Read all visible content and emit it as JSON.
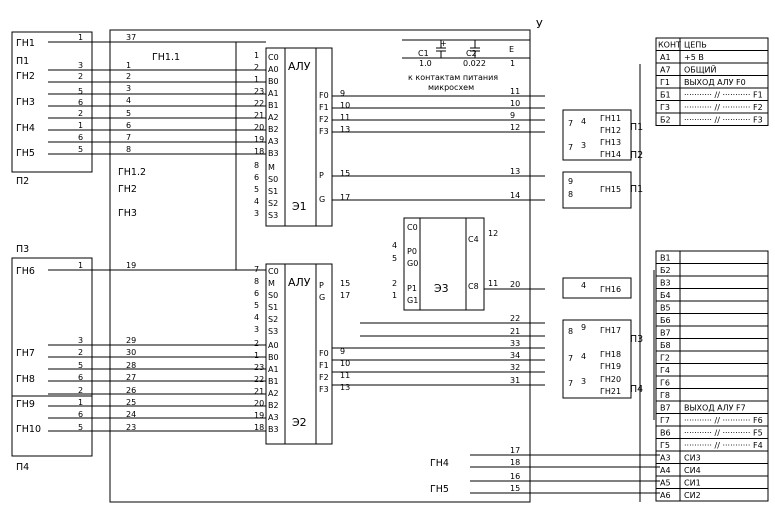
{
  "board": {
    "label": "У"
  },
  "alu1": {
    "title": "АЛУ",
    "code": "Э1",
    "pins_left": [
      "C0",
      "A0",
      "B0",
      "A1",
      "B1",
      "A2",
      "B2",
      "A3",
      "B3",
      "M",
      "S0",
      "S1",
      "S2",
      "S3"
    ],
    "pins_left_nums": [
      "1",
      "2",
      "1",
      "23",
      "22",
      "21",
      "20",
      "19",
      "18",
      "8",
      "6",
      "5",
      "4",
      "3"
    ],
    "pins_right": [
      "F0",
      "F1",
      "F2",
      "F3",
      "P",
      "G"
    ],
    "pins_right_nums": [
      "9",
      "10",
      "11",
      "13",
      "15",
      "17"
    ]
  },
  "alu2": {
    "title": "АЛУ",
    "code": "Э2",
    "pins_left": [
      "C0",
      "M",
      "S0",
      "S1",
      "S2",
      "S3",
      "A0",
      "B0",
      "A1",
      "B1",
      "A2",
      "B2",
      "A3",
      "B3"
    ],
    "pins_left_nums": [
      "7",
      "8",
      "6",
      "5",
      "4",
      "3",
      "2",
      "1",
      "23",
      "22",
      "21",
      "20",
      "19",
      "18"
    ],
    "pins_right": [
      "P",
      "G",
      "F0",
      "F1",
      "F2",
      "F3"
    ],
    "pins_right_nums": [
      "15",
      "17",
      "9",
      "10",
      "11",
      "13"
    ]
  },
  "cpu": {
    "code": "Э3",
    "pins_left": [
      "C0",
      "P0",
      "G0",
      "P1",
      "G1"
    ],
    "pins_left_nums": [
      "4",
      "5",
      "2",
      "1"
    ],
    "pins_right": [
      "C4",
      "C8"
    ],
    "pins_right_nums": [
      "12",
      "11"
    ]
  },
  "generators_left": [
    "ГН1",
    "ГН2",
    "ГН3",
    "ГН4",
    "ГН5",
    "ГН6",
    "ГН7",
    "ГН8",
    "ГН9",
    "ГН10"
  ],
  "gen_inner": [
    "ГН1.1",
    "ГН1.2",
    "ГН2",
    "ГН3"
  ],
  "gen_bottom": [
    "ГН4",
    "ГН5"
  ],
  "gen_right": [
    "ГН11",
    "ГН12",
    "ГН13",
    "ГН14",
    "ГН15",
    "ГН16",
    "ГН17",
    "ГН18",
    "ГН19",
    "ГН20",
    "ГН21"
  ],
  "plugs": [
    "П1",
    "П2",
    "П3",
    "П4"
  ],
  "plugs_right": [
    "П1",
    "П2",
    "П1",
    "П3",
    "П4"
  ],
  "left_nums": {
    "gn1": [
      "1",
      "37"
    ],
    "block1": [
      "3",
      "2",
      "5",
      "6",
      "4",
      "1",
      "2",
      "3",
      "4",
      "5",
      "6",
      "7",
      "8"
    ],
    "block2": [
      "2",
      "1",
      "6",
      "5",
      "5",
      "6",
      "7",
      "8"
    ],
    "gn6": [
      "1",
      "19"
    ],
    "block3": [
      "3",
      "2",
      "5",
      "6",
      "29",
      "30",
      "28",
      "27"
    ],
    "block4": [
      "2",
      "1",
      "6",
      "5",
      "26",
      "25",
      "24",
      "23"
    ]
  },
  "caps": {
    "c1": "C1",
    "c1v": "1.0",
    "c2": "C2",
    "c2v": "0.022",
    "plus": "+",
    "note1": "к контактам питания",
    "note2": "микросхем",
    "e": "Е",
    "one": "1"
  },
  "right_pins": {
    "top_nums": [
      "11",
      "10",
      "9",
      "12"
    ],
    "mid_nums": [
      "13",
      "14"
    ],
    "carry": [
      "20"
    ],
    "low_nums": [
      "22",
      "21",
      "33",
      "34",
      "32",
      "31"
    ],
    "bottom_nums": [
      "17",
      "18",
      "16",
      "15"
    ],
    "sw_nums": [
      "7",
      "4",
      "7",
      "3",
      "9",
      "8",
      "4",
      "8",
      "9",
      "7",
      "4",
      "7",
      "3"
    ]
  },
  "table1": {
    "head": [
      "КОНТ",
      "ЦЕПЬ"
    ],
    "rows": [
      [
        "А1",
        "+5 В"
      ],
      [
        "А7",
        "ОБЩИЙ"
      ],
      [
        "Г1",
        "ВЫХОД АЛУ F0"
      ],
      [
        "Б1",
        "··········· // ··········· F1"
      ],
      [
        "Г3",
        "··········· // ··········· F2"
      ],
      [
        "Б2",
        "··········· // ··········· F3"
      ]
    ]
  },
  "table2": {
    "rows": [
      [
        "В1",
        ""
      ],
      [
        "Б2",
        ""
      ],
      [
        "В3",
        ""
      ],
      [
        "Б4",
        ""
      ],
      [
        "В5",
        ""
      ],
      [
        "Б6",
        ""
      ],
      [
        "В7",
        ""
      ],
      [
        "Б8",
        ""
      ],
      [
        "Г2",
        ""
      ],
      [
        "Г4",
        ""
      ],
      [
        "Г6",
        ""
      ],
      [
        "Г8",
        ""
      ],
      [
        "В7",
        "ВЫХОД АЛУ F7"
      ],
      [
        "Г7",
        "··········· // ··········· F6"
      ],
      [
        "В6",
        "··········· // ··········· F5"
      ],
      [
        "Г5",
        "··········· // ··········· F4"
      ],
      [
        "А3",
        "СИ3"
      ],
      [
        "А4",
        "СИ4"
      ],
      [
        "А5",
        "СИ1"
      ],
      [
        "А6",
        "СИ2"
      ]
    ]
  }
}
